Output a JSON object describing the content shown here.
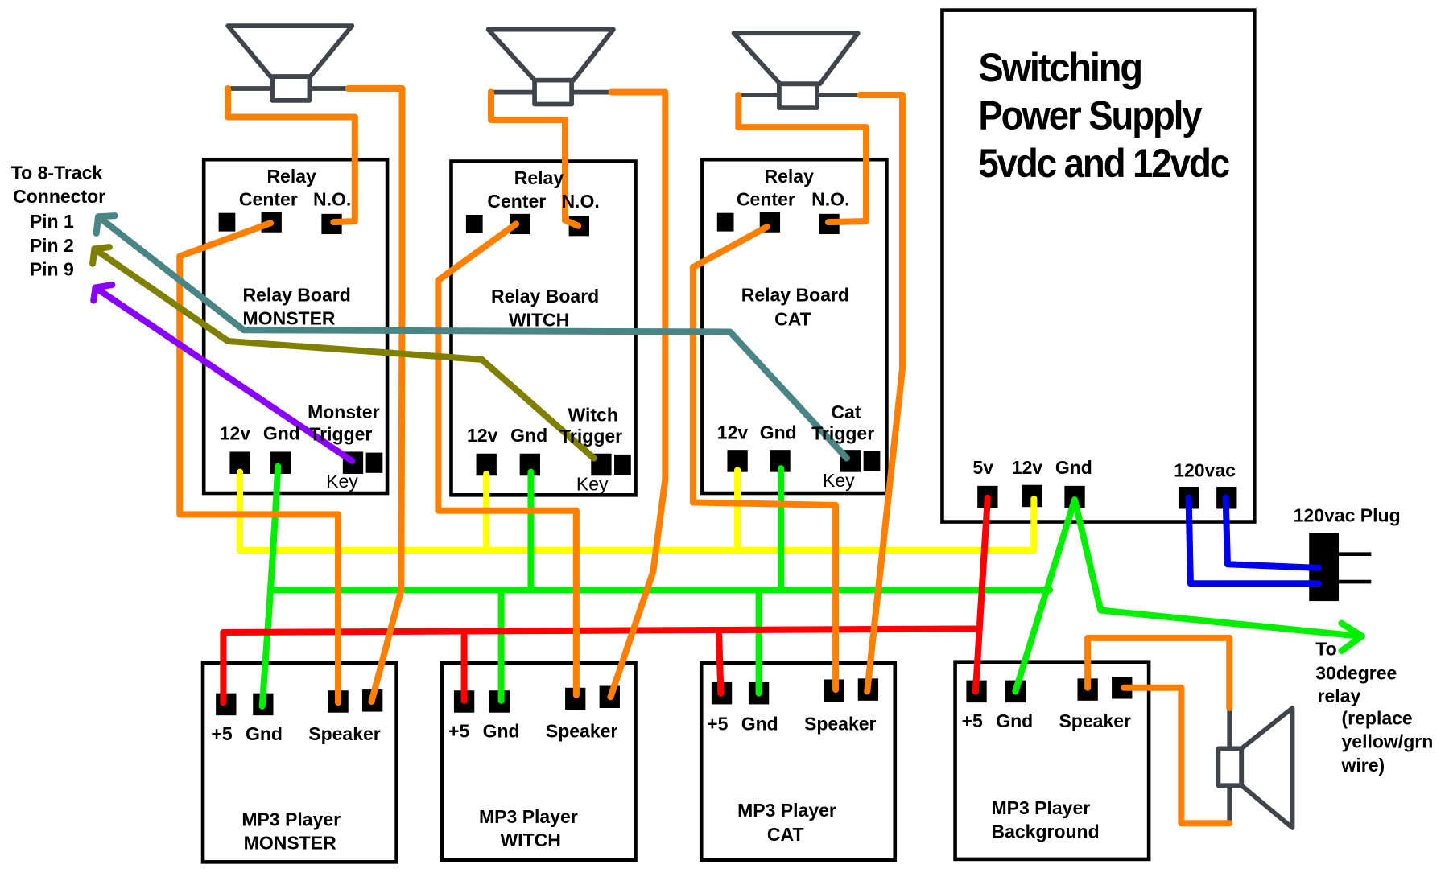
{
  "colors": {
    "speaker_wire": "#ff8000",
    "v12_wire": "#ffff00",
    "gnd_wire": "#00ee00",
    "v5_wire": "#ff0000",
    "ac_wire": "#0000ee",
    "pin1_wire": "#4a8585",
    "pin2_wire": "#7f7f00",
    "pin9_wire": "#8a00ff",
    "speaker_icon": "#3f454b"
  },
  "connector": {
    "line1": "To  8-Track",
    "line2": "Connector",
    "pin1": "Pin 1",
    "pin2": "Pin 2",
    "pin9": "Pin 9"
  },
  "relay_boards": [
    {
      "relay_label": "Relay",
      "center_label": "Center",
      "no_label": "N.O.",
      "name1": "Relay Board",
      "name2": "MONSTER",
      "trigger1": "Monster",
      "trigger2": "Trigger",
      "v12": "12v",
      "gnd": "Gnd",
      "key": "Key"
    },
    {
      "relay_label": "Relay",
      "center_label": "Center",
      "no_label": "N.O.",
      "name1": "Relay Board",
      "name2": "WITCH",
      "trigger1": "Witch",
      "trigger2": "Trigger",
      "v12": "12v",
      "gnd": "Gnd",
      "key": "Key"
    },
    {
      "relay_label": "Relay",
      "center_label": "Center",
      "no_label": "N.O.",
      "name1": "Relay Board",
      "name2": "CAT",
      "trigger1": "Cat",
      "trigger2": "Trigger",
      "v12": "12v",
      "gnd": "Gnd",
      "key": "Key"
    }
  ],
  "power_supply": {
    "title1": "Switching",
    "title2": "Power Supply",
    "title3": "5vdc and 12vdc",
    "v5": "5v",
    "v12": "12v",
    "gnd": "Gnd",
    "ac": "120vac"
  },
  "plug": {
    "label": "120vac Plug"
  },
  "mp3_players": [
    {
      "v5": "+5",
      "gnd": "Gnd",
      "speaker": "Speaker",
      "name1": "MP3 Player",
      "name2": "MONSTER"
    },
    {
      "v5": "+5",
      "gnd": "Gnd",
      "speaker": "Speaker",
      "name1": "MP3 Player",
      "name2": "WITCH"
    },
    {
      "v5": "+5",
      "gnd": "Gnd",
      "speaker": "Speaker",
      "name1": "MP3 Player",
      "name2": "CAT"
    },
    {
      "v5": "+5",
      "gnd": "Gnd",
      "speaker": "Speaker",
      "name1": "MP3 Player",
      "name2": "Background"
    }
  ],
  "relay_note": {
    "line1": "To",
    "line2": "30degree",
    "line3": "relay",
    "line4": "(replace",
    "line5": "yellow/grn",
    "line6": "wire)"
  }
}
